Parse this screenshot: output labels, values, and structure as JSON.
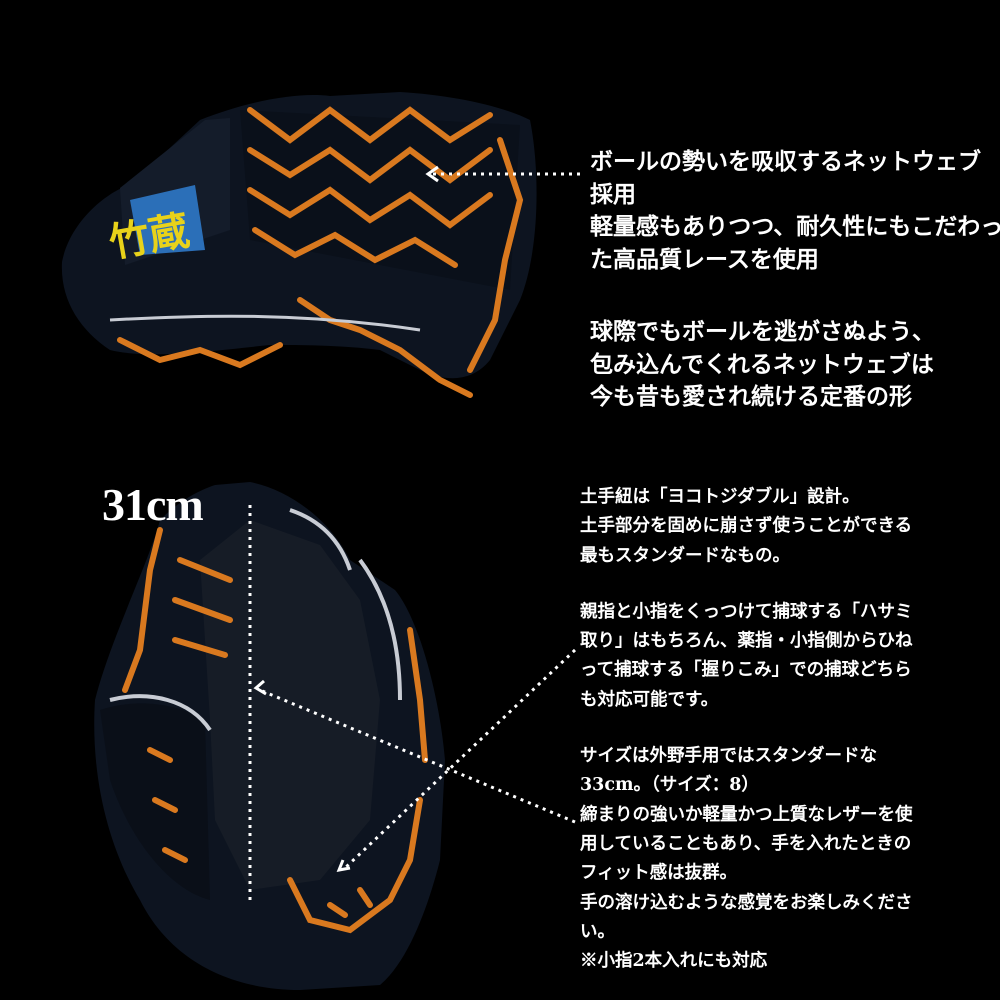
{
  "colors": {
    "background": "#000000",
    "leather": "#0d1420",
    "lace": "#d9791f",
    "welt": "#c8ccd4",
    "text": "#ffffff"
  },
  "logo_text": "竹蔵",
  "measurement": "31cm",
  "top_description": {
    "lines": [
      "ボールの勢いを吸収するネットウェブ",
      "採用",
      "軽量感もありつつ、耐久性にもこだわっ",
      "た高品質レースを使用"
    ],
    "lines2": [
      "球際でもボールを逃がさぬよう、",
      "包み込んでくれるネットウェブは",
      "今も昔も愛され続ける定番の形"
    ]
  },
  "bottom_description": {
    "para1": [
      "土手紐は「ヨコトジダブル」設計。",
      "土手部分を固めに崩さず使うことができる",
      "最もスタンダードなもの。"
    ],
    "para2": [
      "親指と小指をくっつけて捕球する「ハサミ",
      "取り」はもちろん、薬指・小指側からひね",
      "って捕球する「握りこみ」での捕球どちら",
      "も対応可能です。"
    ],
    "para3": [
      "サイズは外野手用ではスタンダードな",
      "33cm。（サイズ：8）",
      "締まりの強いか軽量かつ上質なレザーを使",
      "用していることもあり、手を入れたときの",
      "フィット感は抜群。",
      "手の溶け込むような感覚をお楽しみくださ",
      "い。",
      "※小指2本入れにも対応"
    ]
  }
}
